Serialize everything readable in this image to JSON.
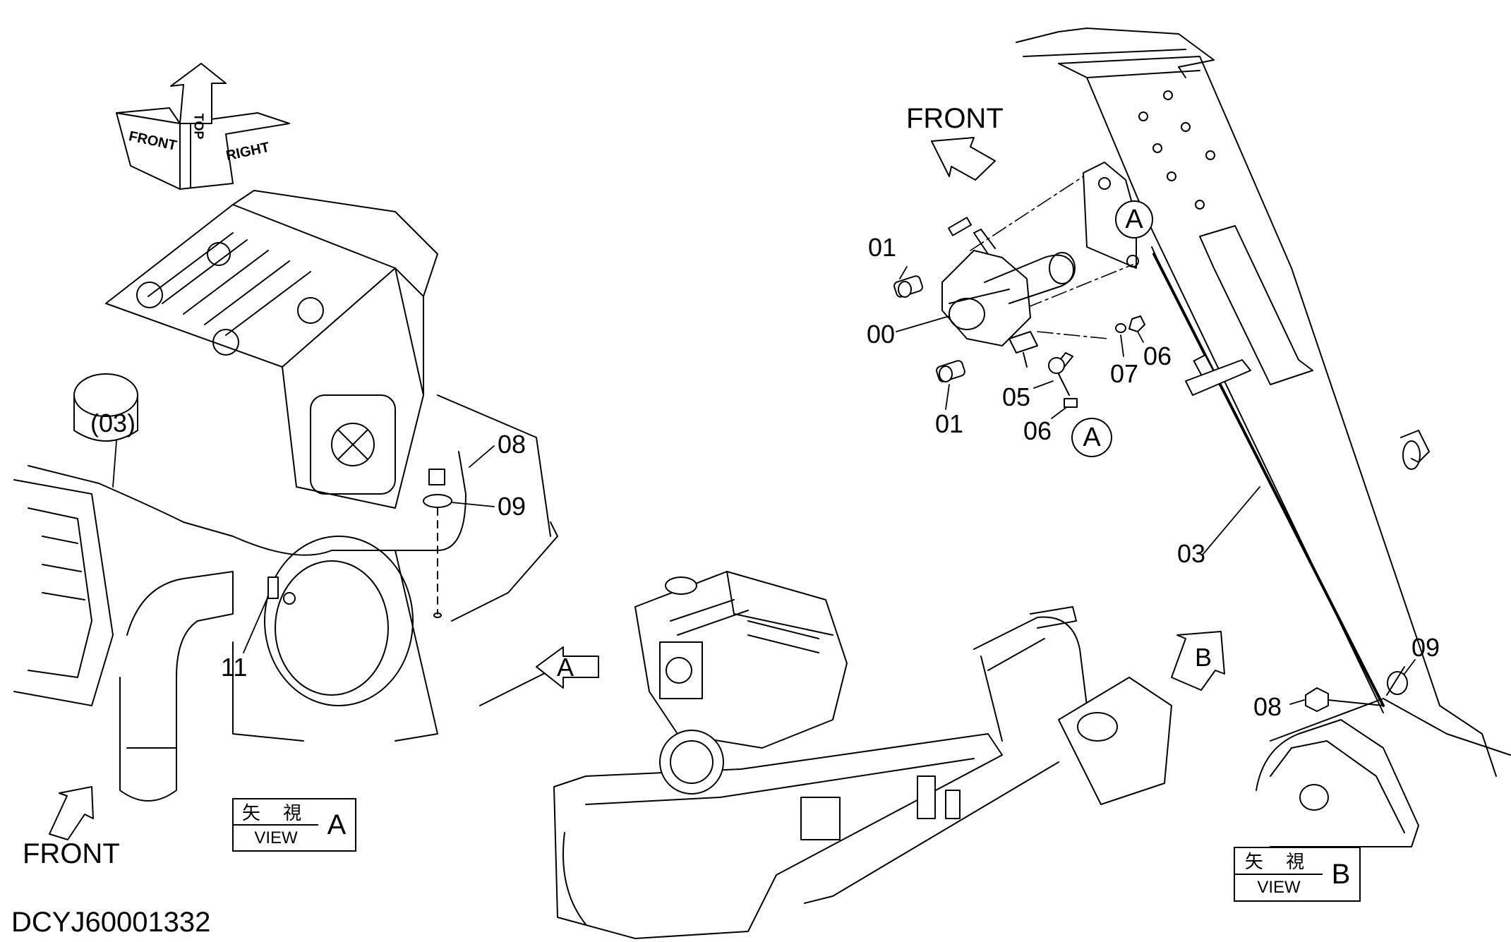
{
  "document_id": "DCYJ60001332",
  "orientation_arrow": {
    "front": "FRONT",
    "top": "TOP",
    "right": "RIGHT"
  },
  "left_view": {
    "callouts": {
      "c03": "(03)",
      "c08": "08",
      "c09": "09",
      "c11": "11"
    },
    "front_label": "FRONT",
    "view_box": {
      "kanji": "矢 視",
      "view": "VIEW",
      "letter": "A"
    }
  },
  "center_view": {
    "arrow_a": "A",
    "arrow_b": "B"
  },
  "right_view": {
    "front_label": "FRONT",
    "callouts": {
      "c01_top": "01",
      "c00": "00",
      "c01_bottom": "01",
      "c05": "05",
      "c06_bottom": "06",
      "c07": "07",
      "c06_right": "06",
      "c03": "03",
      "c09": "09",
      "c08": "08"
    },
    "circle_a_top": "A",
    "circle_a_bottom": "A",
    "view_box": {
      "kanji": "矢 視",
      "view": "VIEW",
      "letter": "B"
    }
  }
}
